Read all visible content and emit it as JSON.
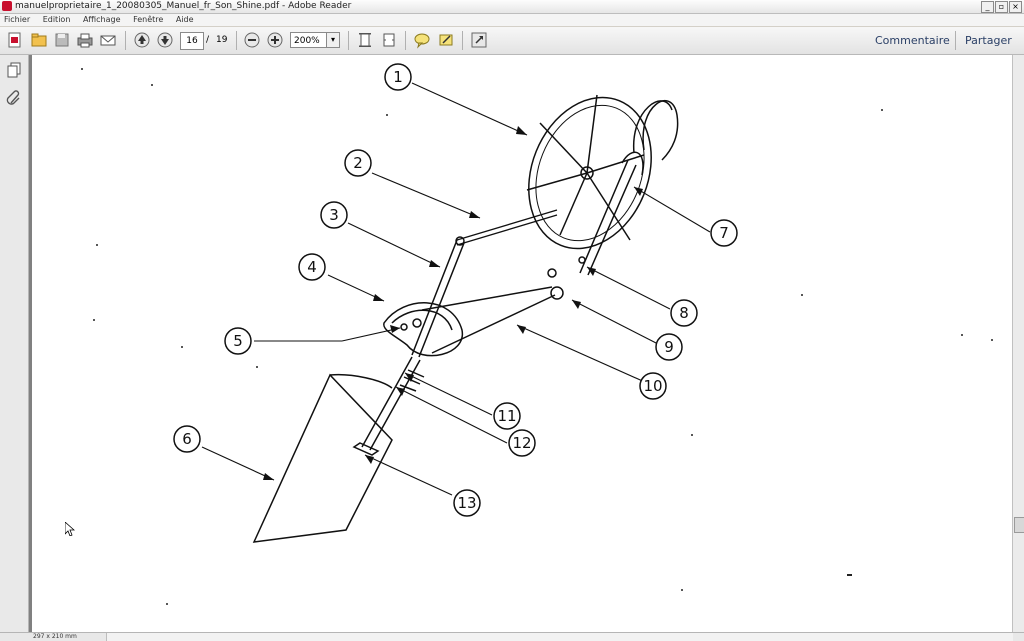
{
  "window": {
    "title": "manuelproprietaire_1_20080305_Manuel_fr_Son_Shine.pdf - Adobe Reader"
  },
  "menu": [
    "Fichier",
    "Edition",
    "Affichage",
    "Fenêtre",
    "Aide"
  ],
  "toolbar": {
    "page_current": "16",
    "page_sep": "/",
    "page_total": "19",
    "zoom": "200%",
    "comment_label": "Commentaire",
    "share_label": "Partager"
  },
  "status": {
    "page_size": "297 x 210 mm"
  },
  "diagram": {
    "callouts": [
      "1",
      "2",
      "3",
      "4",
      "5",
      "6",
      "7",
      "8",
      "9",
      "10",
      "11",
      "12",
      "13"
    ]
  }
}
